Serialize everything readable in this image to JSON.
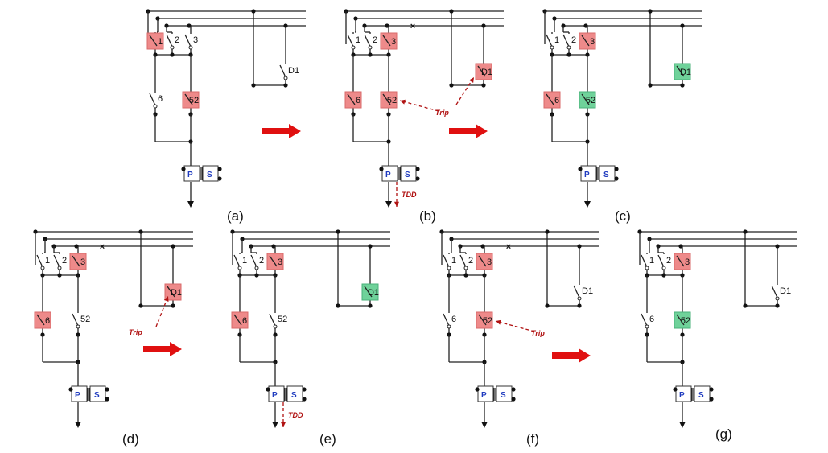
{
  "colors": {
    "open": "#ee8a8a",
    "open_border": "#d86a6a",
    "closed": "#6fd29a",
    "closed_border": "#4ab07a",
    "arrow": "#e01010",
    "note": "#b01212"
  },
  "labels": {
    "sw1": "1",
    "sw2": "2",
    "sw3": "3",
    "sw6": "6",
    "sw52": "52",
    "swD1": "D1",
    "primary": "P",
    "secondary": "S",
    "fault": "×",
    "trip": "Trip",
    "tdd": "TDD"
  },
  "panels": [
    {
      "id": "a",
      "caption": "(a)",
      "states": {
        "1": "open",
        "2": "none",
        "3": "none",
        "6": "none",
        "52": "open",
        "D1": "none"
      },
      "fault": false,
      "notes": []
    },
    {
      "id": "b",
      "caption": "(b)",
      "states": {
        "1": "none",
        "2": "none",
        "3": "open",
        "6": "open",
        "52": "open",
        "D1": "open"
      },
      "fault": true,
      "notes": [
        "trip52",
        "tripD1",
        "tdd"
      ]
    },
    {
      "id": "c",
      "caption": "(c)",
      "states": {
        "1": "none",
        "2": "none",
        "3": "open",
        "6": "open",
        "52": "closed",
        "D1": "closed"
      },
      "fault": false,
      "notes": []
    },
    {
      "id": "d",
      "caption": "(d)",
      "states": {
        "1": "none",
        "2": "none",
        "3": "open",
        "6": "open",
        "52": "none",
        "D1": "open"
      },
      "fault": true,
      "notes": [
        "tripD1low"
      ]
    },
    {
      "id": "e",
      "caption": "(e)",
      "states": {
        "1": "none",
        "2": "none",
        "3": "open",
        "6": "open",
        "52": "none",
        "D1": "closed"
      },
      "fault": false,
      "notes": [
        "tdd"
      ]
    },
    {
      "id": "f",
      "caption": "(f)",
      "states": {
        "1": "none",
        "2": "none",
        "3": "open",
        "6": "none",
        "52": "open",
        "D1": "none"
      },
      "fault": true,
      "notes": [
        "trip52"
      ]
    },
    {
      "id": "g",
      "caption": "(g)",
      "states": {
        "1": "none",
        "2": "none",
        "3": "open",
        "6": "none",
        "52": "closed",
        "D1": "none"
      },
      "fault": false,
      "notes": []
    }
  ],
  "transitions": [
    "a-b",
    "b-c",
    "d-e",
    "f-g"
  ]
}
